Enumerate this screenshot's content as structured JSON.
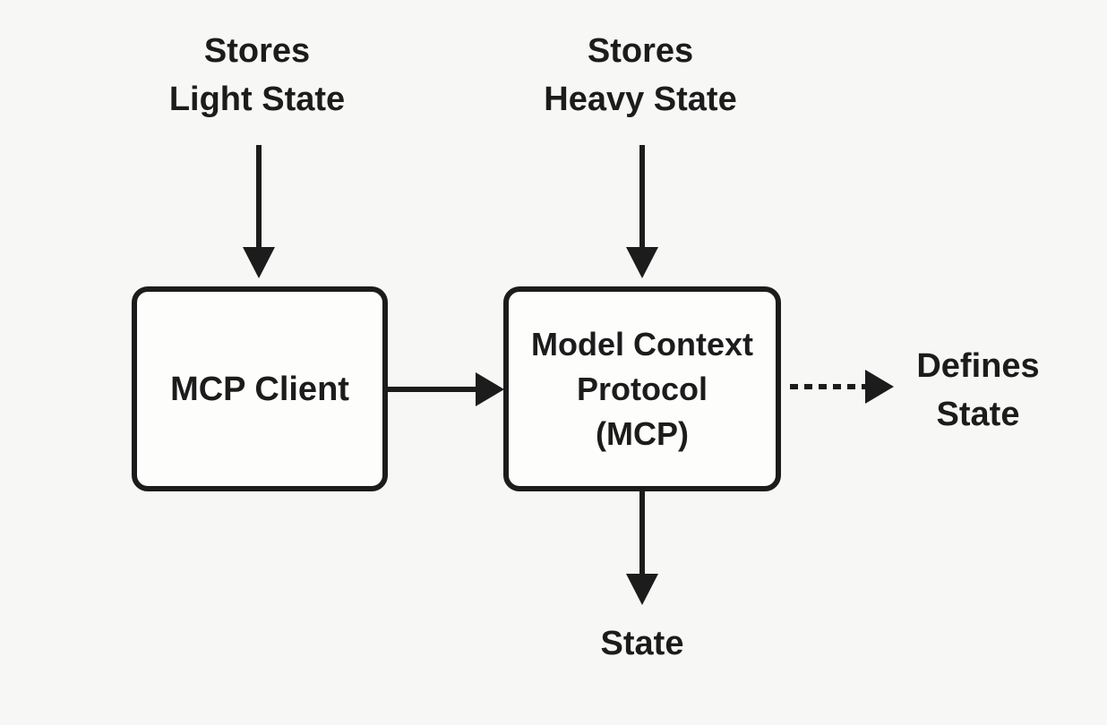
{
  "colors": {
    "background": "#f7f7f5",
    "ink": "#1c1c1c",
    "box_fill": "#fdfdfc"
  },
  "diagram": {
    "annotations": {
      "stores_light": {
        "line1": "Stores",
        "line2": "Light State"
      },
      "stores_heavy": {
        "line1": "Stores",
        "line2": "Heavy State"
      },
      "defines_state": {
        "line1": "Defines",
        "line2": "State"
      },
      "state_output": {
        "label": "State"
      }
    },
    "nodes": {
      "mcp_client": {
        "label": "MCP Client"
      },
      "mcp": {
        "line1": "Model Context",
        "line2": "Protocol",
        "line3": "(MCP)"
      }
    },
    "edges": [
      {
        "from": "stores-light-state-label",
        "to": "mcp-client-node",
        "style": "solid",
        "direction": "down"
      },
      {
        "from": "stores-heavy-state-label",
        "to": "mcp-node",
        "style": "solid",
        "direction": "down"
      },
      {
        "from": "mcp-client-node",
        "to": "mcp-node",
        "style": "solid",
        "direction": "right"
      },
      {
        "from": "mcp-node",
        "to": "defines-state-label",
        "style": "dotted",
        "direction": "right"
      },
      {
        "from": "mcp-node",
        "to": "state-label",
        "style": "solid",
        "direction": "down"
      }
    ]
  }
}
